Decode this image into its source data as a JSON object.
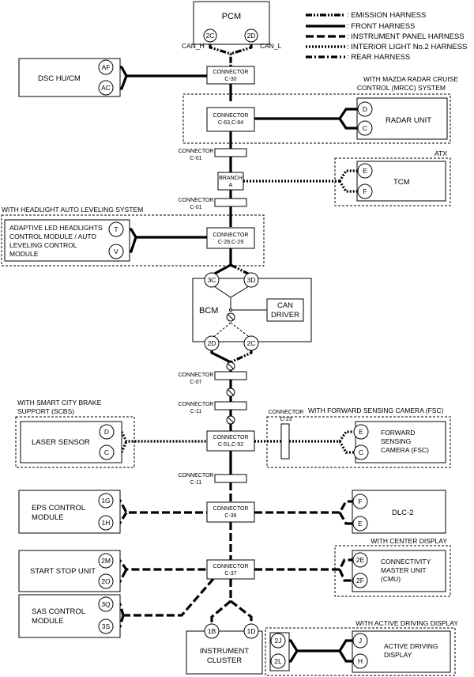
{
  "legend": {
    "emission": ": EMISSION HARNESS",
    "front": ": FRONT HARNESS",
    "instrument": ": INSTRUMENT PANEL HARNESS",
    "interior": ": INTERIOR LIGHT No.2 HARNESS",
    "rear": ": REAR HARNESS"
  },
  "pcm": {
    "label": "PCM",
    "pin_h": "2C",
    "pin_l": "2D",
    "can_h": "CAN_H",
    "can_l": "CAN_L"
  },
  "dsc": {
    "label": "DSC HU/CM",
    "pin1": "AF",
    "pin2": "AC"
  },
  "c30": {
    "title": "CONNECTOR",
    "id": "C-30"
  },
  "mrcc": {
    "note": "WITH MAZDA RADAR CRUISE CONTROL (MRCC) SYSTEM",
    "note1": "WITH MAZDA RADAR CRUISE",
    "note2": "CONTROL (MRCC) SYSTEM",
    "label": "RADAR UNIT",
    "pin1": "D",
    "pin2": "C"
  },
  "c63": {
    "title": "CONNECTOR",
    "id": "C-63,C-64"
  },
  "c01a": {
    "title": "CONNECTOR",
    "id": "C-01"
  },
  "branch": {
    "title": "BRANCH",
    "id": "A"
  },
  "atx": {
    "note": "ATX",
    "label": "TCM",
    "pin1": "E",
    "pin2": "F"
  },
  "c01b": {
    "title": "CONNECTOR",
    "id": "C-01"
  },
  "headlight": {
    "note": "WITH HEADLIGHT AUTO LEVELING SYSTEM",
    "line1": "ADAPTIVE LED HEADLIGHTS",
    "line2": "CONTROL MODULE / AUTO",
    "line3": "LEVELING CONTROL",
    "line4": "MODULE",
    "pin1": "T",
    "pin2": "V"
  },
  "c28": {
    "title": "CONNECTOR",
    "id": "C-28,C-29"
  },
  "bcm": {
    "label": "BCM",
    "pin_tl": "3C",
    "pin_tr": "3D",
    "pin_bl": "2D",
    "pin_br": "2C",
    "driver1": "CAN",
    "driver2": "DRIVER"
  },
  "c07": {
    "title": "CONNECTOR",
    "id": "C-07"
  },
  "c11a": {
    "title": "CONNECTOR",
    "id": "C-11"
  },
  "scbs": {
    "note1": "WITH SMART CITY BRAKE",
    "note2": "SUPPORT (SCBS)",
    "label": "LASER SENSOR",
    "pin1": "D",
    "pin2": "C"
  },
  "c51": {
    "title": "CONNECTOR",
    "id": "C-51,C-52"
  },
  "c23": {
    "title": "CONNECTOR",
    "id": "C-23"
  },
  "fsc": {
    "note": "WITH FORWARD SENSING CAMERA (FSC)",
    "line1": "FORWARD",
    "line2": "SENSING",
    "line3": "CAMERA (FSC)",
    "pin1": "E",
    "pin2": "C"
  },
  "c11b": {
    "title": "CONNECTOR",
    "id": "C-11"
  },
  "eps": {
    "line1": "EPS CONTROL",
    "line2": "MODULE",
    "pin1": "1G",
    "pin2": "1H"
  },
  "c36": {
    "title": "CONNECTOR",
    "id": "C-36"
  },
  "dlc": {
    "label": "DLC-2",
    "pin1": "F",
    "pin2": "E"
  },
  "startstop": {
    "label": "START STOP UNIT",
    "pin1": "2M",
    "pin2": "2O"
  },
  "c37": {
    "title": "CONNECTOR",
    "id": "C-37"
  },
  "cmu": {
    "note": "WITH CENTER DISPLAY",
    "line1": "CONNECTIVITY",
    "line2": "MASTER UNIT",
    "line3": "(CMU)",
    "pin1": "2E",
    "pin2": "2F"
  },
  "sas": {
    "line1": "SAS CONTROL",
    "line2": "MODULE",
    "pin1": "3Q",
    "pin2": "3S"
  },
  "cluster": {
    "line1": "INSTRUMENT",
    "line2": "CLUSTER",
    "pin1": "1B",
    "pin2": "1D"
  },
  "add": {
    "note": "WITH ACTIVE DRIVING DISPLAY",
    "line1": "ACTIVE DRIVING",
    "line2": "DISPLAY",
    "pin_l1": "2J",
    "pin_l2": "2L",
    "pin_r1": "J",
    "pin_r2": "H"
  }
}
